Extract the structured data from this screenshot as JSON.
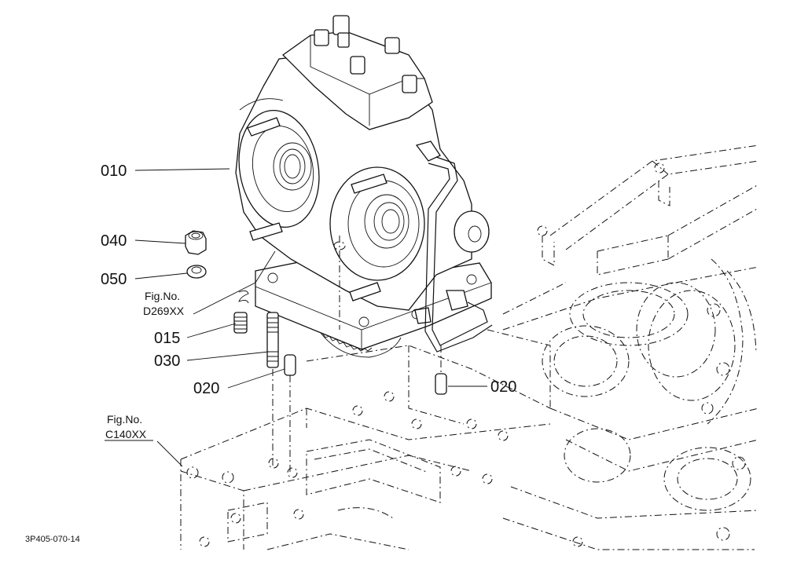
{
  "labels": {
    "p010": "010",
    "p040": "040",
    "p050": "050",
    "fig1a": "Fig.No.",
    "fig1b": "D269XX",
    "p015": "015",
    "p030": "030",
    "p020a": "020",
    "p020b": "020",
    "fig2a": "Fig.No.",
    "fig2b": "C140XX",
    "code": "3P405-070-14"
  }
}
